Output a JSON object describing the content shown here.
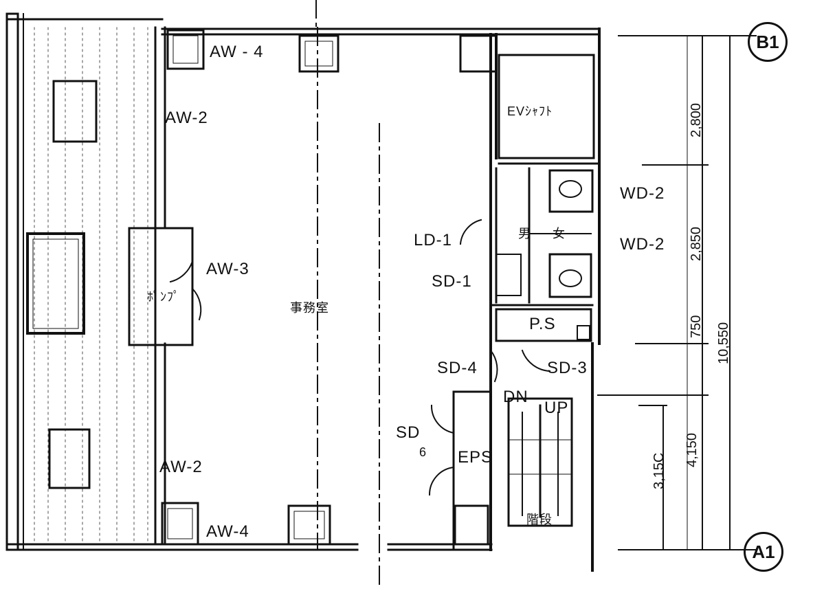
{
  "title_fragment": "",
  "axes": {
    "top": "B1",
    "bottom": "A1"
  },
  "labels": {
    "aw4_top": "AW - 4",
    "aw2_top": "AW-2",
    "aw3": "AW-3",
    "aw2_bottom": "AW-2",
    "aw4_bottom": "AW-4",
    "room_small": "ﾎﾟﾝﾌﾟ",
    "room_main": "事務室",
    "ev_shaft": "EVｼｬﾌﾄ",
    "wd2_a": "WD-2",
    "wd2_b": "WD-2",
    "ld1": "LD-1",
    "sd1": "SD-1",
    "ps_upper": "P.S",
    "sd4": "SD-4",
    "sd3": "SD-3",
    "dn": "DN",
    "up": "UP",
    "sd_left": "SD",
    "sd_6": "6",
    "eps": "EPS",
    "stair": "階段",
    "wc_m": "男",
    "wc_f": "女"
  },
  "dimensions": {
    "d2800": "2,800",
    "d2850": "2,850",
    "d750": "750",
    "d10550": "10,550",
    "d4150": "4,150",
    "d3150": "3,15C"
  }
}
